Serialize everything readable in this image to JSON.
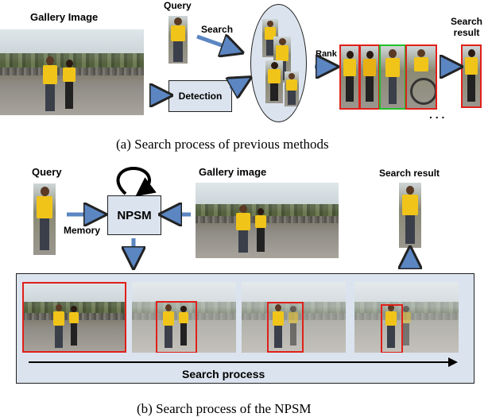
{
  "top": {
    "gallery_label": "Gallery Image",
    "query_label": "Query",
    "search_label": "Search",
    "detection_label": "Detection",
    "rank_label": "Rank",
    "search_result_label": "Search result",
    "ellipsis": ". . .",
    "caption": "(a) Search process of previous methods"
  },
  "bottom": {
    "query_label": "Query",
    "memory_label": "Memory",
    "npsm_label": "NPSM",
    "gallery_label": "Gallery image",
    "search_result_label": "Search result",
    "search_process_label": "Search process",
    "caption": "(b) Search process of the NPSM"
  },
  "colors": {
    "panel_fill": "#dbe3ee",
    "red_box": "#e0201a",
    "green_box": "#22c02a",
    "arrow": "#5b86c2",
    "yellow_shirt": "#f0c419"
  }
}
